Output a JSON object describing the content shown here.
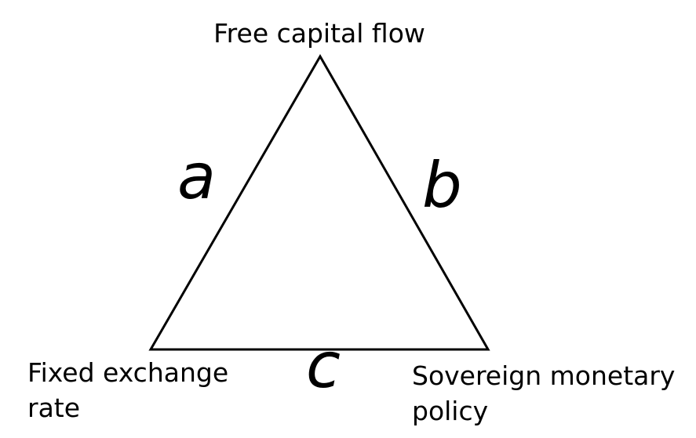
{
  "diagram": {
    "background_color": "#ffffff",
    "line_color": "#000000",
    "vertices": {
      "top": {
        "label": "Free capital flow"
      },
      "bottom_left": {
        "label": "Fixed exchange rate"
      },
      "bottom_right": {
        "label": "Sovereign monetary policy"
      }
    },
    "edges": {
      "left": {
        "label": "a"
      },
      "right": {
        "label": "b"
      },
      "bottom": {
        "label": "c"
      }
    }
  }
}
